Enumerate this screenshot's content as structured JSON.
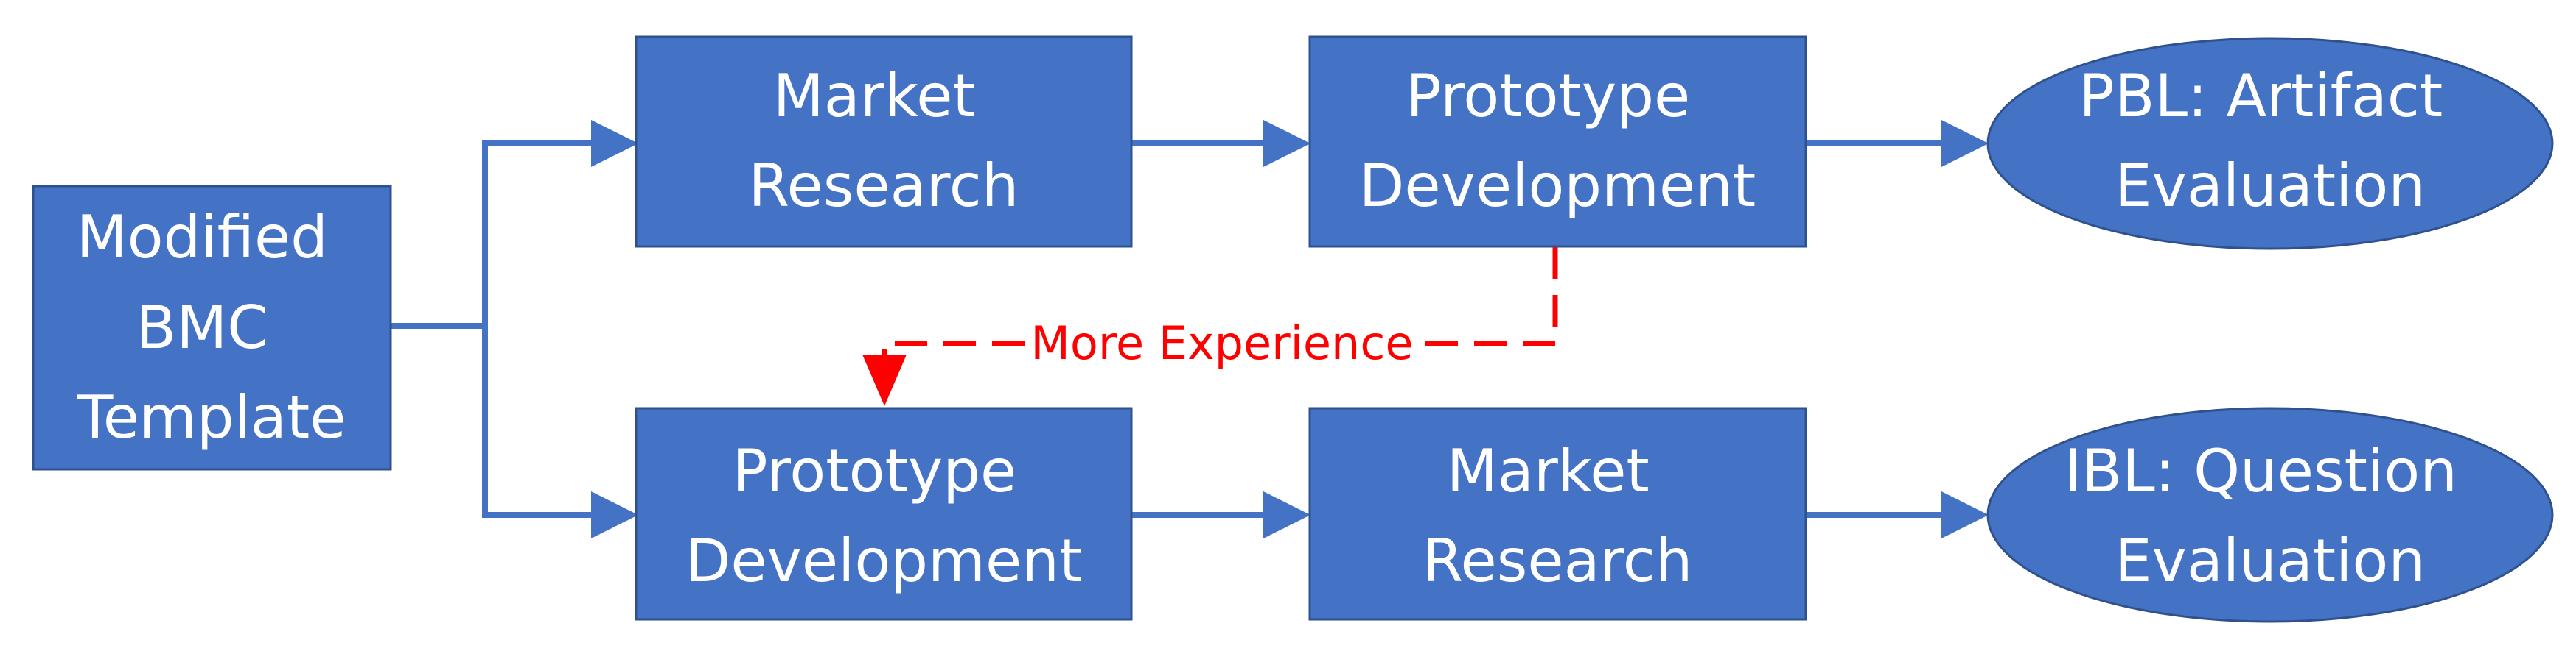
{
  "colors": {
    "node_fill": "#4472c4",
    "node_border": "#2f528f",
    "connector": "#4472c4",
    "feedback": "#ff0000",
    "node_text": "#ffffff"
  },
  "nodes": {
    "bmc_template": {
      "lines": [
        "Modified",
        "BMC",
        "Template"
      ]
    },
    "top_market_research": {
      "lines": [
        "Market",
        "Research"
      ]
    },
    "top_prototype_development": {
      "lines": [
        "Prototype",
        "Development"
      ]
    },
    "pbl_evaluation": {
      "lines": [
        "PBL: Artifact",
        "Evaluation"
      ]
    },
    "bottom_prototype_development": {
      "lines": [
        "Prototype",
        "Development"
      ]
    },
    "bottom_market_research": {
      "lines": [
        "Market",
        "Research"
      ]
    },
    "ibl_evaluation": {
      "lines": [
        "IBL: Question",
        "Evaluation"
      ]
    }
  },
  "feedback": {
    "label": "More Experience"
  }
}
